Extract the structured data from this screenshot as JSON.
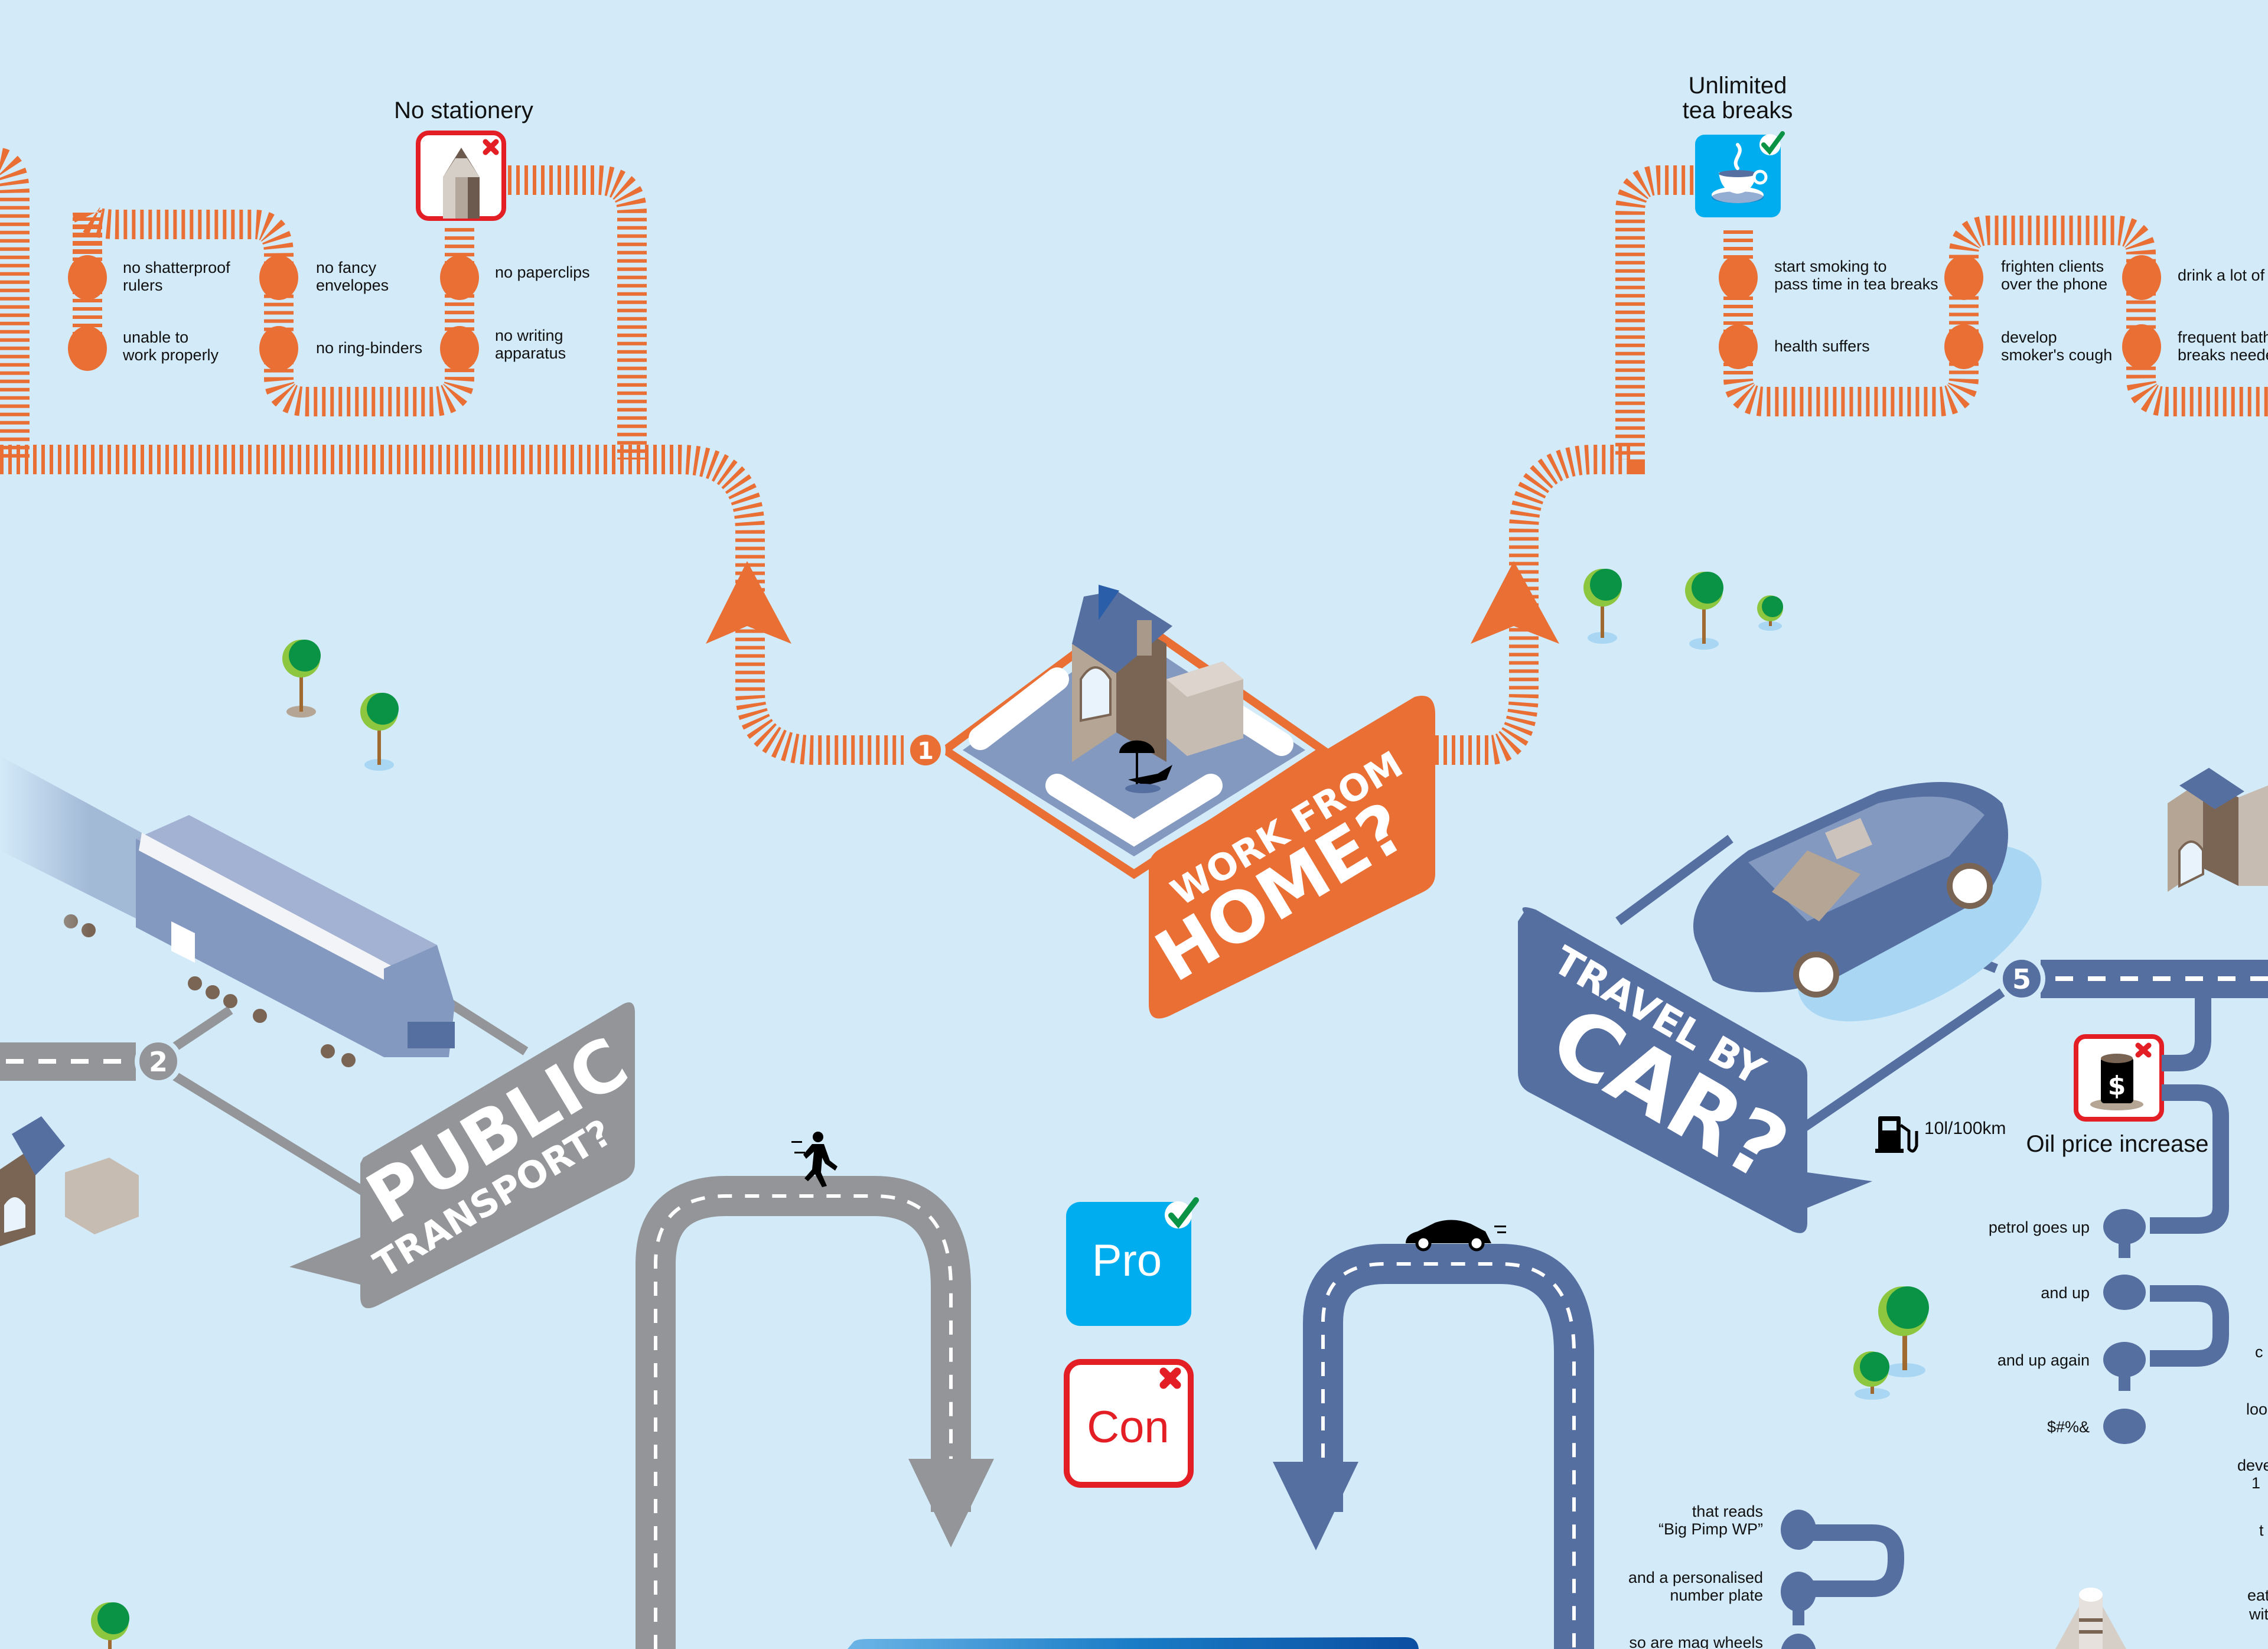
{
  "colors": {
    "background": "#d3eaf9",
    "work_from_home": "#e96f34",
    "public_transport": "#939598",
    "travel_by_car": "#566fa1",
    "pro": "#00aeef",
    "con": "#e31e24",
    "check": "#0a9344",
    "tree_dark": "#0a9344",
    "tree_light": "#8dc63f"
  },
  "routes": {
    "work_from_home": {
      "number": "1",
      "title_line1": "WORK FROM",
      "title_line2": "HOME?"
    },
    "public_transport": {
      "number": "2",
      "title_line1": "PUBLIC",
      "title_line2": "TRANSPORT?"
    },
    "travel_by_car": {
      "number": "5",
      "title_line1": "TRAVEL BY",
      "title_line2": "CAR?"
    }
  },
  "no_stationery": {
    "title": "No stationery",
    "status": "con",
    "items": [
      {
        "text": "no shatterproof\nrulers",
        "line1": "no shatterproof",
        "line2": "rulers"
      },
      {
        "text": "unable to\nwork properly",
        "line1": "unable to",
        "line2": "work properly"
      },
      {
        "text": "no fancy\nenvelopes",
        "line1": "no fancy",
        "line2": "envelopes"
      },
      {
        "text": "no ring-binders",
        "line1": "no ring-binders",
        "line2": ""
      },
      {
        "text": "no paperclips",
        "line1": "no paperclips",
        "line2": ""
      },
      {
        "text": "no writing\napparatus",
        "line1": "no writing",
        "line2": "apparatus"
      }
    ]
  },
  "tea_breaks": {
    "title_line1": "Unlimited",
    "title_line2": "tea breaks",
    "status": "pro",
    "items": [
      {
        "line1": "start smoking to",
        "line2": "pass time in tea breaks"
      },
      {
        "line1": "health suffers",
        "line2": ""
      },
      {
        "line1": "frighten clients",
        "line2": "over the phone"
      },
      {
        "line1": "develop",
        "line2": "smoker's cough"
      },
      {
        "line1": "drink a lot of t",
        "line2": ""
      },
      {
        "line1": "frequent bath",
        "line2": "breaks neede"
      }
    ]
  },
  "car": {
    "fuel_consumption": "10l/100km",
    "oil_price": {
      "title": "Oil price increase",
      "status": "con",
      "items": [
        "petrol goes up",
        "and up",
        "and up again",
        "$#%&"
      ]
    },
    "pimp": {
      "items": [
        {
          "line1": "that reads",
          "line2": "“Big Pimp WP”"
        },
        {
          "line1": "and a personalised",
          "line2": "number plate"
        },
        {
          "line1": "so are mag wheels",
          "line2": ""
        }
      ]
    },
    "right_edge_fragments": [
      "c",
      "loo",
      "deve",
      "1",
      "t",
      "eat",
      "wit"
    ]
  },
  "legend": {
    "pro_label": "Pro",
    "con_label": "Con"
  },
  "icons": {
    "stationery": "pencil-icon",
    "tea": "teacup-icon",
    "oil": "oil-barrel-dollar-icon",
    "fuel": "fuel-pump-icon",
    "runner": "running-person-icon",
    "small_car": "car-icon",
    "check": "checkmark-icon",
    "cross": "cross-icon"
  }
}
